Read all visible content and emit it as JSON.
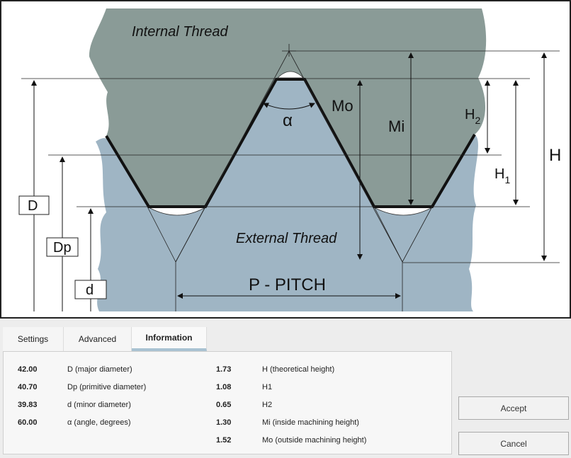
{
  "diagram": {
    "internal_thread": "Internal Thread",
    "external_thread": "External Thread",
    "alpha": "α",
    "mo": "Mo",
    "mi": "Mi",
    "h": "H",
    "h1_base": "H",
    "h1_sub": "1",
    "h2_base": "H",
    "h2_sub": "2",
    "d_major": "D",
    "dp": "Dp",
    "d_minor": "d",
    "pitch": "P - PITCH",
    "colors": {
      "internal": "#8a9b97",
      "external": "#9fb5c4"
    }
  },
  "tabs": {
    "settings": "Settings",
    "advanced": "Advanced",
    "information": "Information"
  },
  "info": {
    "left": [
      {
        "value": "42.00",
        "label": "D (major diameter)"
      },
      {
        "value": "40.70",
        "label": "Dp (primitive diameter)"
      },
      {
        "value": "39.83",
        "label": "d (minor diameter)"
      },
      {
        "value": "60.00",
        "label": "α (angle, degrees)"
      }
    ],
    "right": [
      {
        "value": "1.73",
        "label": "H (theoretical height)"
      },
      {
        "value": "1.08",
        "label": "H1"
      },
      {
        "value": "0.65",
        "label": "H2"
      },
      {
        "value": "1.30",
        "label": "Mi (inside machining height)"
      },
      {
        "value": "1.52",
        "label": "Mo (outside machining height)"
      }
    ]
  },
  "buttons": {
    "accept": "Accept",
    "cancel": "Cancel"
  }
}
